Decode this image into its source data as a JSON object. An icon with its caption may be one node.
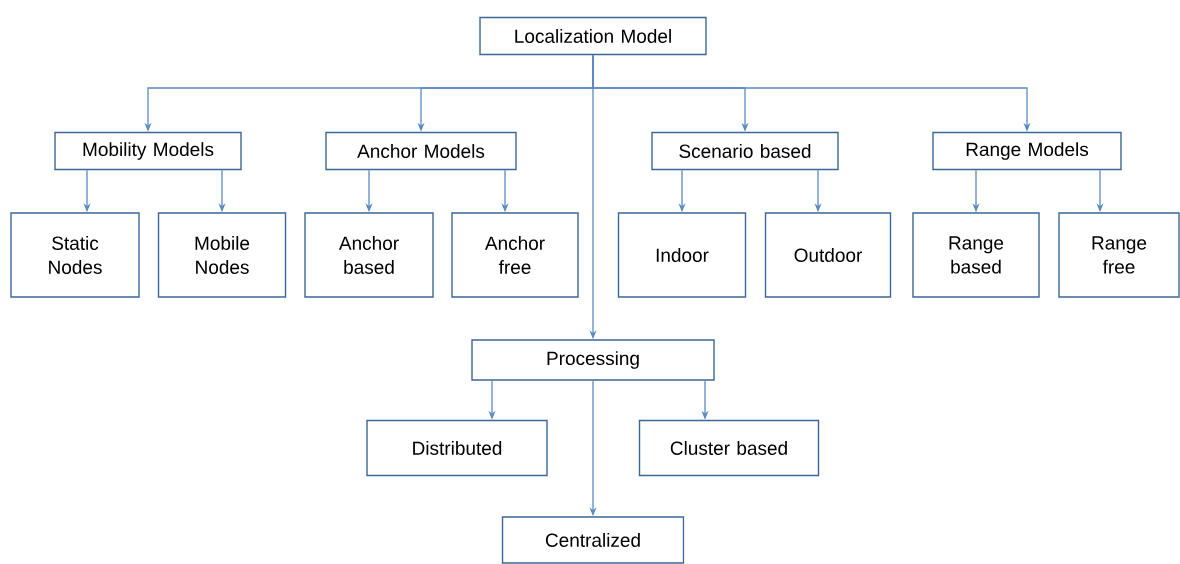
{
  "diagram": {
    "nodes": [
      {
        "text": [
          "Localization Model"
        ]
      },
      {
        "text": [
          "Mobility Models"
        ]
      },
      {
        "text": [
          "Static Nodes"
        ]
      },
      {
        "text": [
          "Mobile Nodes"
        ]
      },
      {
        "text": [
          "Anchor Models"
        ]
      },
      {
        "text": [
          "Anchor based"
        ]
      },
      {
        "text": [
          "Anchor free"
        ]
      },
      {
        "text": [
          "Scenario based"
        ]
      },
      {
        "text": [
          "Indoor"
        ]
      },
      {
        "text": [
          "Outdoor"
        ]
      },
      {
        "text": [
          "Range Models"
        ]
      },
      {
        "text": [
          "Range based"
        ]
      },
      {
        "text": [
          "Range free"
        ]
      },
      {
        "text": [
          "Processing"
        ]
      },
      {
        "text": [
          "Distributed"
        ]
      },
      {
        "text": [
          "Cluster based"
        ]
      },
      {
        "text": [
          "Centralized"
        ]
      }
    ],
    "edges": [
      {
        "from": 0,
        "to": 1,
        "arrow": "to"
      },
      {
        "from": 0,
        "to": 4,
        "arrow": "to"
      },
      {
        "from": 0,
        "to": 7,
        "arrow": "to"
      },
      {
        "from": 0,
        "to": 10,
        "arrow": "to"
      },
      {
        "from": 0,
        "to": 13,
        "arrow": "to"
      },
      {
        "from": 1,
        "to": 2,
        "arrow": "to"
      },
      {
        "from": 1,
        "to": 3,
        "arrow": "to"
      },
      {
        "from": 4,
        "to": 5,
        "arrow": "to"
      },
      {
        "from": 4,
        "to": 6,
        "arrow": "to"
      },
      {
        "from": 7,
        "to": 8,
        "arrow": "to"
      },
      {
        "from": 7,
        "to": 9,
        "arrow": "to"
      },
      {
        "from": 10,
        "to": 11,
        "arrow": "to"
      },
      {
        "from": 10,
        "to": 12,
        "arrow": "to"
      },
      {
        "from": 13,
        "to": 14,
        "arrow": "to"
      },
      {
        "from": 13,
        "to": 15,
        "arrow": "to"
      },
      {
        "from": 13,
        "to": 16,
        "arrow": "to"
      }
    ]
  }
}
